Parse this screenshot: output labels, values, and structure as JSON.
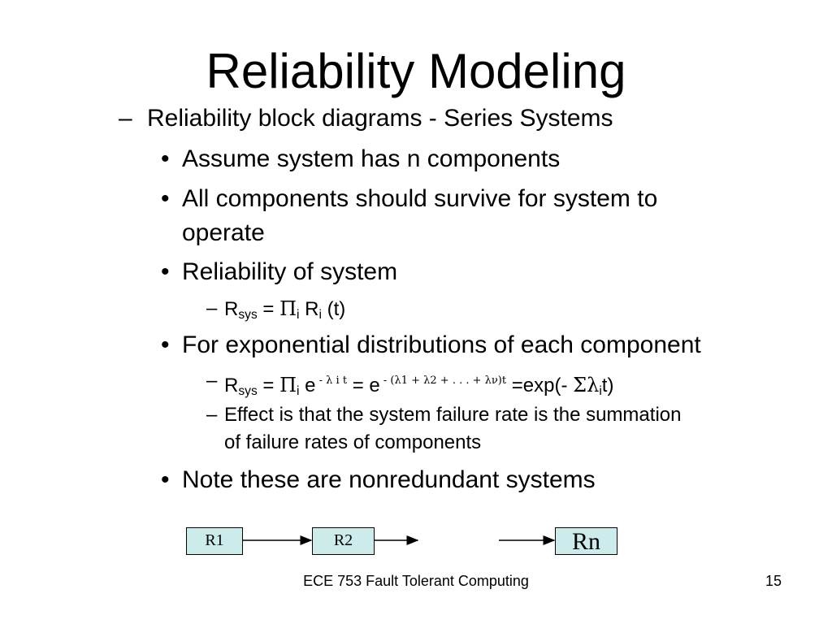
{
  "title": "Reliability Modeling",
  "items": {
    "heading": {
      "marker": "–",
      "text": "Reliability block diagrams - Series Systems"
    },
    "b1": {
      "marker": "•",
      "text": "Assume system has n components"
    },
    "b2": {
      "marker": "•",
      "line1": "All components should survive for system to",
      "line2": "operate"
    },
    "b3": {
      "marker": "•",
      "text": "Reliability of system"
    },
    "eq1": {
      "marker": "–",
      "r": "R",
      "r_sub": "sys",
      "eq": " = ",
      "pi": "Π",
      "pi_sub": "i",
      "r2": " R",
      "r2_sub": "i",
      "tail": " (t)"
    },
    "b4": {
      "marker": "•",
      "text": "For exponential distributions of each component"
    },
    "eq2": {
      "marker": "–",
      "r": "R",
      "r_sub": "sys",
      "eq": " = ",
      "pi": "Π",
      "pi_sub": "i",
      "e1": " e",
      "e1_sup": " - λ i t",
      "eq_mid": " = e",
      "e2_sup": " - (λ1 + λ2 + . . . + λν)t",
      "exp": " =exp(- ",
      "sigma": "Σλ",
      "sigma_sub": "i",
      "end": "t)"
    },
    "s1": {
      "marker": "–",
      "line1": "Effect is that the system failure rate is the summation",
      "line2": "of failure rates of components"
    },
    "b5": {
      "marker": "•",
      "text": "Note these are nonredundant systems"
    }
  },
  "diagram": {
    "blocks": [
      "R1",
      "R2",
      "Rn"
    ],
    "block_color": "#ccebeb"
  },
  "footer": {
    "course": "ECE 753 Fault Tolerant Computing",
    "page": "15"
  }
}
